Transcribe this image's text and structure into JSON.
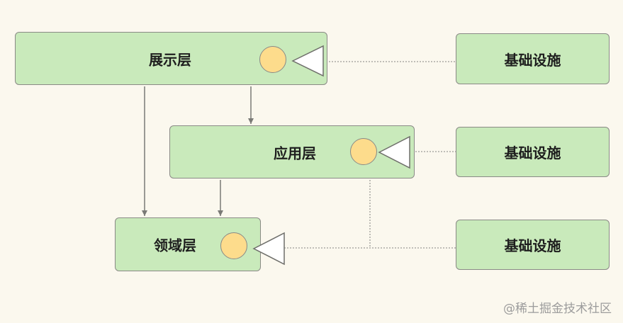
{
  "layers": {
    "presentation": {
      "label": "展示层"
    },
    "application": {
      "label": "应用层"
    },
    "domain": {
      "label": "领域层"
    }
  },
  "infrastructure": [
    {
      "label": "基础设施"
    },
    {
      "label": "基础设施"
    },
    {
      "label": "基础设施"
    }
  ],
  "watermark": "@稀土掘金技术社区",
  "colors": {
    "box_fill": "#c9eabb",
    "port_fill": "#fddc8c",
    "background": "#fbf8ee"
  }
}
